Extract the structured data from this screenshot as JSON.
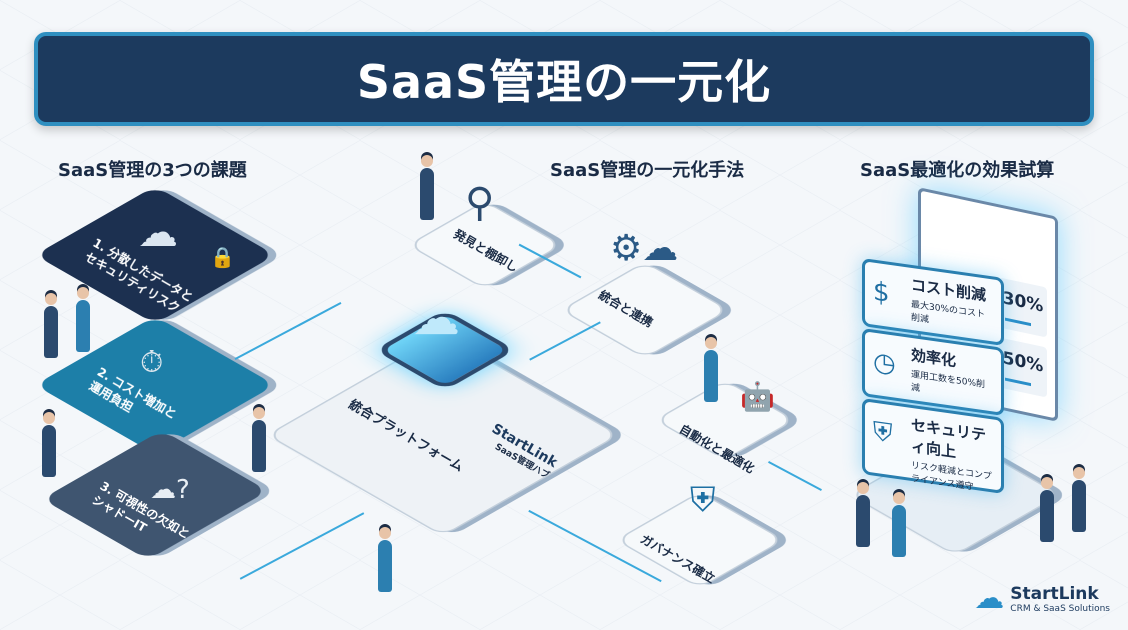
{
  "title": "SaaS管理の一元化",
  "columns": {
    "challenges": "SaaS管理の3つの課題",
    "method": "SaaS管理の一元化手法",
    "effects": "SaaS最適化の効果試算"
  },
  "challenges": [
    "1. 分散したデータと\nセキュリティリスク",
    "2. コスト増加と\n運用負担",
    "3. 可視性の欠如と\nシャドーIT"
  ],
  "hub": {
    "label": "統合プラットフォーム",
    "brand": "StartLink",
    "sub": "SaaS管理ハブ"
  },
  "steps": [
    "発見と棚卸し",
    "統合と連携",
    "自動化と最適化",
    "ガバナンス確立"
  ],
  "effects": [
    {
      "title": "コスト削減",
      "desc": "最大30%のコスト削減",
      "icon": "$"
    },
    {
      "title": "効率化",
      "desc": "運用工数を50%削減",
      "icon": "◷"
    },
    {
      "title": "セキュリティ向上",
      "desc": "リスク軽減とコンプライアンス遵守",
      "icon": "⛨"
    }
  ],
  "dashboard": {
    "values": [
      "30%",
      "50%"
    ]
  },
  "logo": {
    "name": "StartLink",
    "tagline": "CRM & SaaS Solutions"
  },
  "colors": {
    "navy": "#1c3a5e",
    "teal": "#1d7fa8",
    "slate": "#3f5570",
    "accent": "#2f8fc0"
  }
}
